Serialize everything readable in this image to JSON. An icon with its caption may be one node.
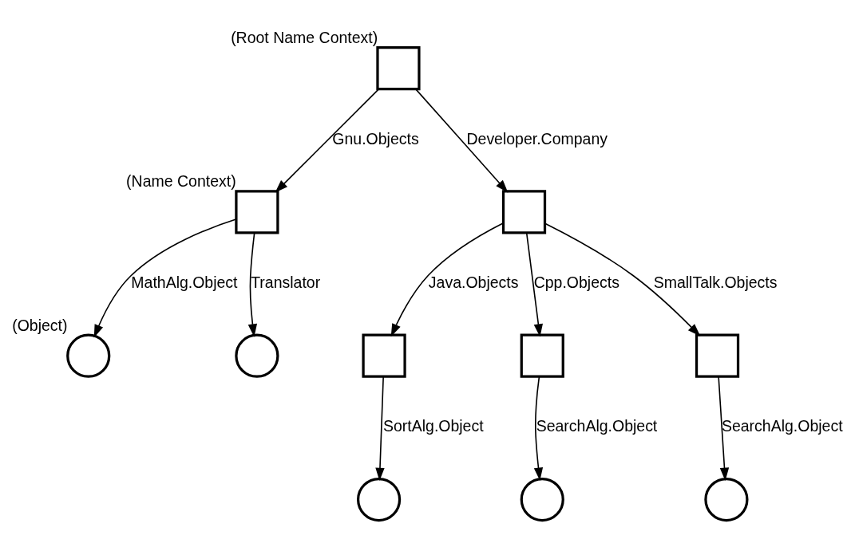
{
  "diagram": {
    "nodes": [
      {
        "text": [],
        "shape": "box",
        "beside": [
          "(Root Name Context)"
        ]
      },
      {
        "text": [],
        "shape": "box",
        "beside": [
          "(Name Context)"
        ]
      },
      {
        "text": [],
        "shape": "box"
      },
      {
        "text": [],
        "shape": "circle",
        "beside": [
          "(Object)"
        ]
      },
      {
        "text": [],
        "shape": "circle"
      },
      {
        "text": [],
        "shape": "box"
      },
      {
        "text": [],
        "shape": "box"
      },
      {
        "text": [],
        "shape": "box"
      },
      {
        "text": [],
        "shape": "circle"
      },
      {
        "text": [],
        "shape": "circle"
      },
      {
        "text": [],
        "shape": "circle"
      }
    ],
    "edges": [
      {
        "from": 0,
        "to": 1,
        "arrow": "to",
        "label": "Gnu.Objects"
      },
      {
        "from": 0,
        "to": 2,
        "arrow": "to",
        "label": "Developer.Company"
      },
      {
        "from": 1,
        "to": 3,
        "arrow": "to",
        "label": "MathAlg.Object"
      },
      {
        "from": 1,
        "to": 4,
        "arrow": "to",
        "label": "Translator"
      },
      {
        "from": 2,
        "to": 5,
        "arrow": "to",
        "label": "Java.Objects"
      },
      {
        "from": 2,
        "to": 6,
        "arrow": "to",
        "label": "Cpp.Objects"
      },
      {
        "from": 2,
        "to": 7,
        "arrow": "to",
        "label": "SmallTalk.Objects"
      },
      {
        "from": 5,
        "to": 8,
        "arrow": "to",
        "label": "SortAlg.Object"
      },
      {
        "from": 6,
        "to": 9,
        "arrow": "to",
        "label": "SearchAlg.Object"
      },
      {
        "from": 7,
        "to": 10,
        "arrow": "to",
        "label": "SearchAlg.Object"
      }
    ]
  }
}
